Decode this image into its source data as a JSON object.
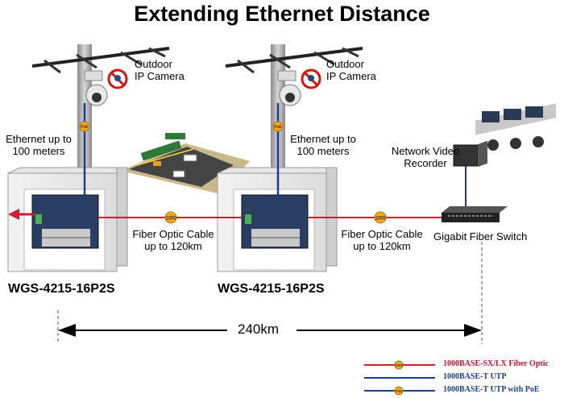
{
  "title": "Extending Ethernet Distance",
  "camera_label": [
    "Outdoor",
    "IP Camera"
  ],
  "ethernet_label": [
    "Ethernet up to",
    "100 meters"
  ],
  "fiber_label": [
    "Fiber Optic Cable",
    "up to 120km"
  ],
  "nvr_label": [
    "Network Video",
    "Recorder"
  ],
  "switch_label": "Gigabit Fiber Switch",
  "model_name": "WGS-4215-16P2S",
  "distance": "240km",
  "badges": {
    "fiber": "1000",
    "poe": "PoE"
  },
  "legend": [
    {
      "label": "1000BASE-SX/LX Fiber Optic",
      "color": "#cc1f36",
      "badge": "1000"
    },
    {
      "label": "1000BASE-T UTP",
      "color": "#1b3d8f",
      "badge": ""
    },
    {
      "label": "1000BASE-T UTP with PoE",
      "color": "#1b3d8f",
      "badge": "PoE"
    }
  ],
  "colors": {
    "fiber": "#cc1f36",
    "utp": "#1b3d8f",
    "legend_text_fiber": "#c8102e",
    "legend_text_utp": "#1b3d8f",
    "badge": "#f5a623"
  }
}
